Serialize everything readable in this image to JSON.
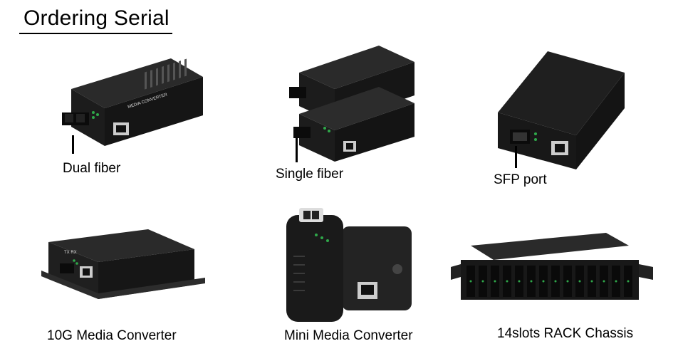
{
  "header": {
    "title": "Ordering Serial"
  },
  "products": [
    {
      "id": "dual-fiber",
      "caption": "Dual fiber"
    },
    {
      "id": "single-fiber",
      "caption": "Single fiber"
    },
    {
      "id": "sfp-port",
      "caption": "SFP port"
    },
    {
      "id": "10g",
      "caption": "10G Media Converter"
    },
    {
      "id": "mini",
      "caption": "Mini Media Converter"
    },
    {
      "id": "rack",
      "caption": "14slots RACK Chassis"
    }
  ],
  "device_text": {
    "media_converter": "MEDIA CONVERTER",
    "tx": "TX",
    "rx": "RX"
  },
  "colors": {
    "device_body": "#1e1e1e",
    "device_edge": "#3a3a3a",
    "led": "#2fa84a"
  }
}
